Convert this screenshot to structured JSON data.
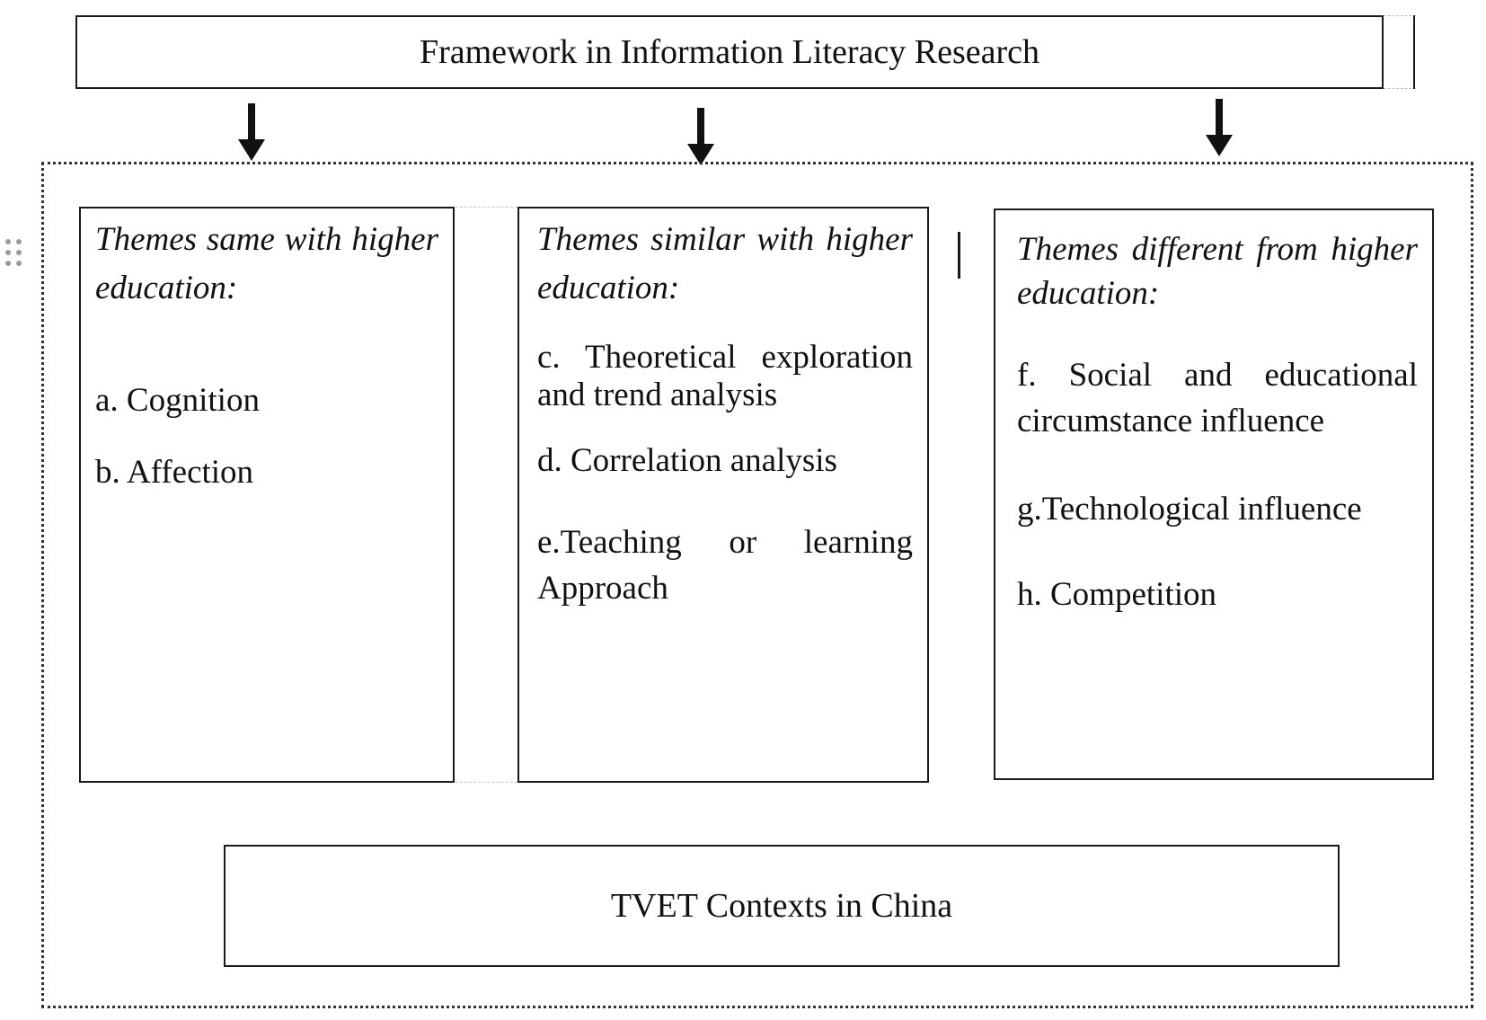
{
  "framework": {
    "title": "Framework in Information Literacy Research"
  },
  "themes": {
    "same": {
      "title": "Themes same with higher education:",
      "items": [
        "a.  Cognition",
        "b.  Affection"
      ]
    },
    "similar": {
      "title": "Themes similar with higher education:",
      "items": [
        "c.  Theoretical exploration and trend analysis",
        "d.  Correlation analysis",
        "e.Teaching or learning Approach"
      ]
    },
    "different": {
      "title": "Themes different from higher education:",
      "items": [
        "f. Social and educational circumstance influence",
        "g.Technological influence",
        "h. Competition"
      ]
    }
  },
  "context": {
    "label": "TVET Contexts in China"
  },
  "icons": {
    "arrow": "down-arrow-icon",
    "handle": "drag-handle-icon"
  },
  "colors": {
    "line": "#1a1a1a",
    "dotted_border": "#333333"
  }
}
